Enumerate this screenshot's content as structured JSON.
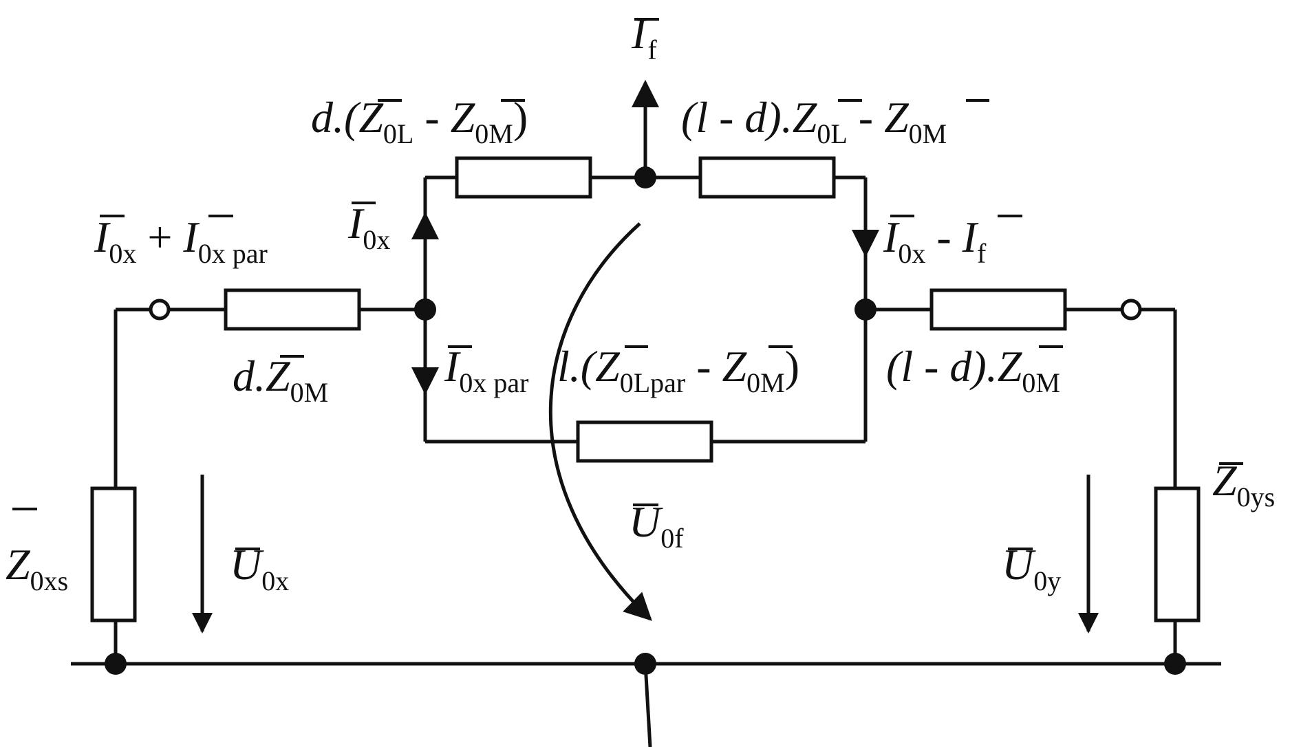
{
  "diagram": {
    "labels": {
      "i_f": {
        "main": "I",
        "sub": "f"
      },
      "upper_left_impedance": {
        "pre": "d.(",
        "z1": "Z",
        "sub1": "0L",
        "mid": " - ",
        "z2": "Z",
        "sub2": "0M",
        "post": ")"
      },
      "upper_right_impedance": {
        "pre": "(l - d).",
        "z1": "Z",
        "sub1": "0L",
        "mid": " - ",
        "z2": "Z",
        "sub2": "0M"
      },
      "i_0x_plus_par": {
        "i1": "I",
        "sub1": "0x",
        "mid": " + ",
        "i2": "I",
        "sub2": "0x par"
      },
      "i_0x": {
        "main": "I",
        "sub": "0x"
      },
      "i_0x_minus_f": {
        "i1": "I",
        "sub1": "0x",
        "mid": " - ",
        "i2": "I",
        "sub2": "f"
      },
      "left_series_impedance": {
        "pre": "d.",
        "z": "Z",
        "sub": "0M"
      },
      "i_0x_par": {
        "main": "I",
        "sub": "0x par"
      },
      "parallel_impedance": {
        "pre": "l.(",
        "z1": "Z",
        "sub1": "0Lpar",
        "mid": " - ",
        "z2": "Z",
        "sub2": "0M",
        "post": ")"
      },
      "right_series_impedance": {
        "pre": "(l - d).",
        "z": "Z",
        "sub": "0M"
      },
      "z_0ys": {
        "main": "Z",
        "sub": "0ys"
      },
      "u_0f": {
        "main": "U",
        "sub": "0f"
      },
      "z_0xs": {
        "main": "Z",
        "sub": "0xs"
      },
      "u_0x": {
        "main": "U",
        "sub": "0x"
      },
      "u_0y": {
        "main": "U",
        "sub": "0y"
      }
    }
  }
}
